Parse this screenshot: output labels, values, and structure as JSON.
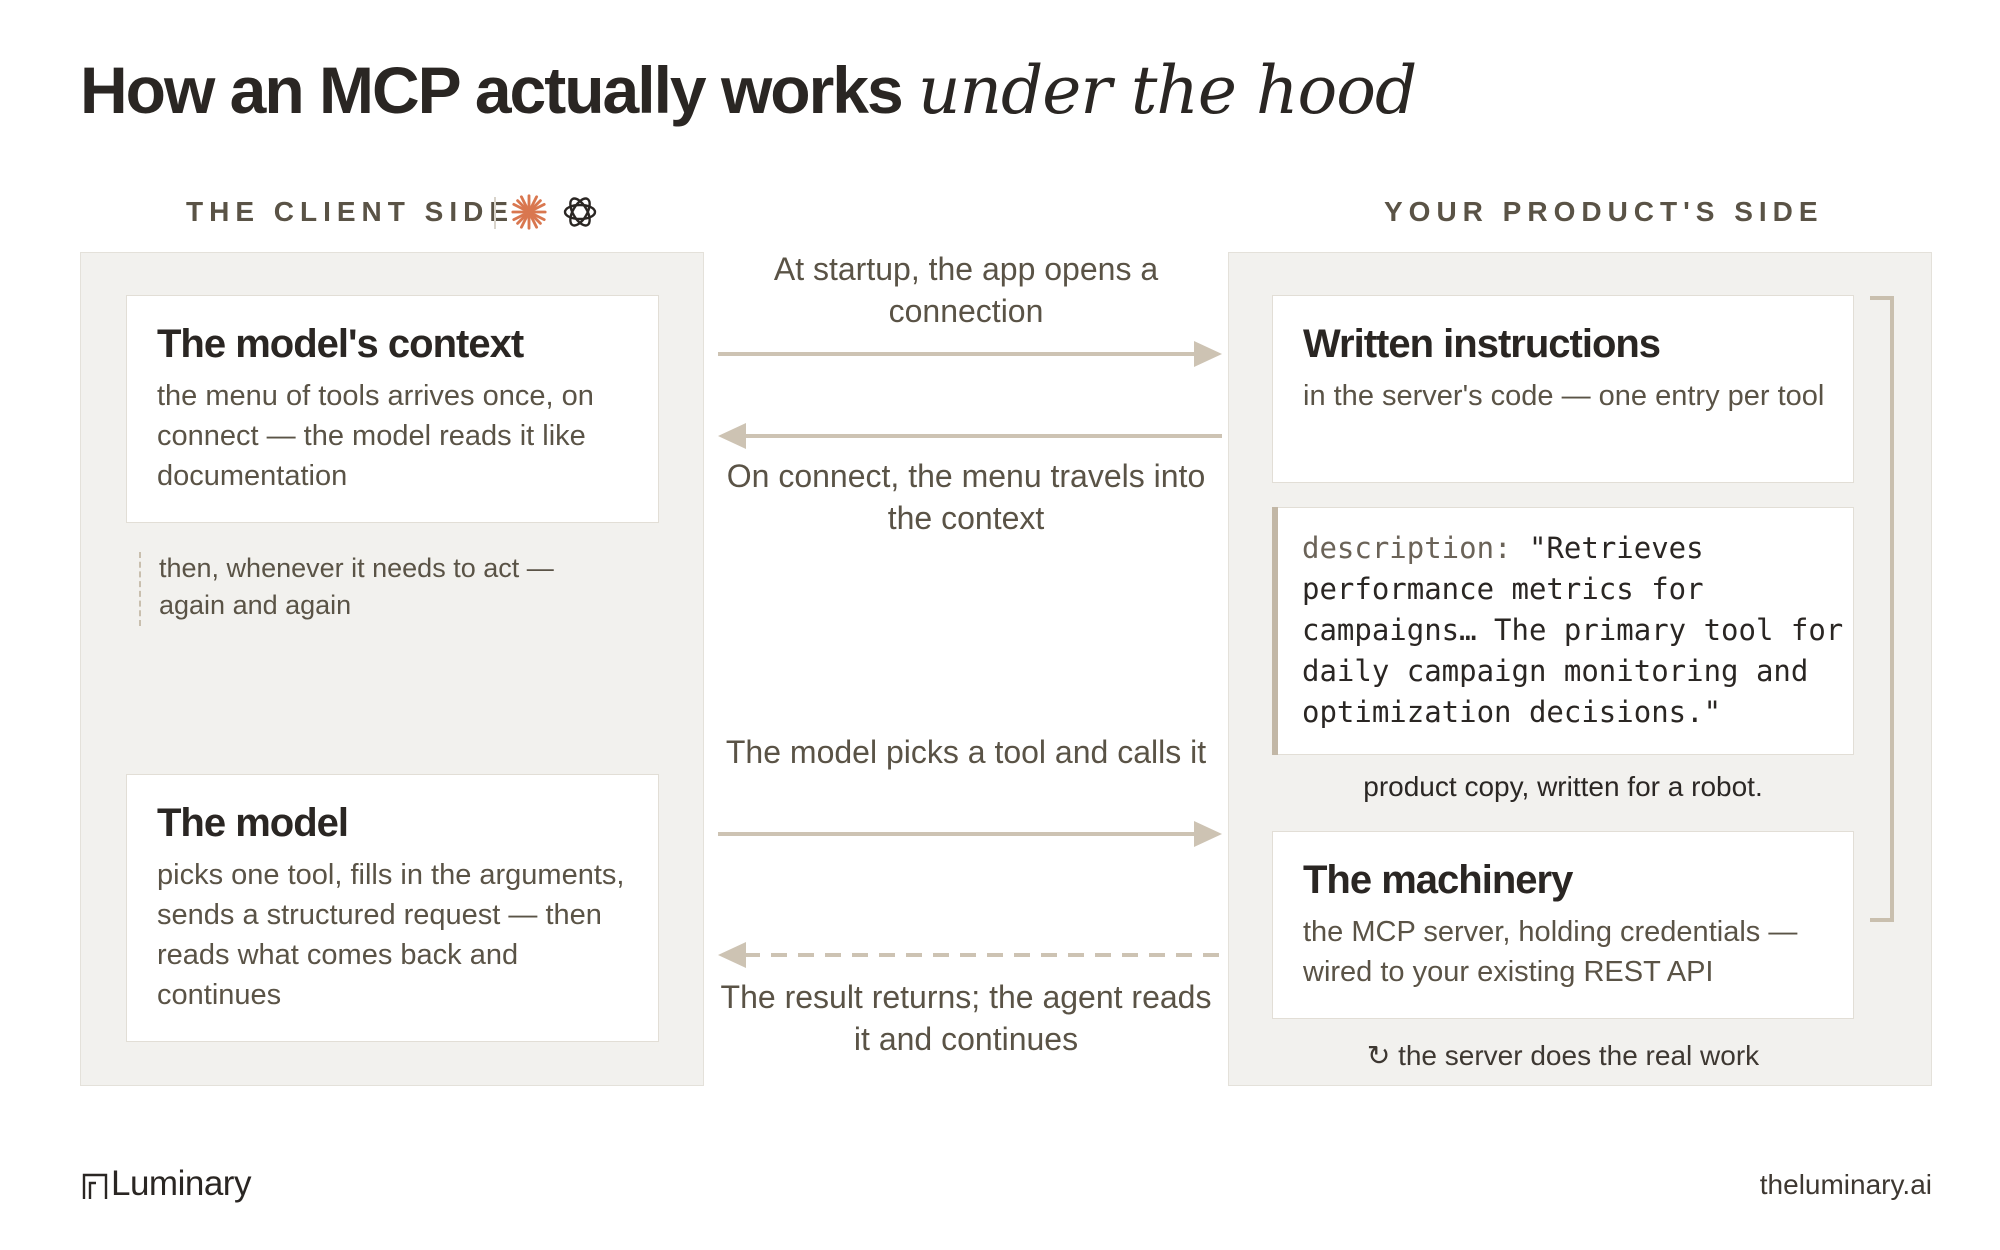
{
  "title": {
    "main": "How an MCP actually works",
    "italic": "under the hood"
  },
  "client_side": {
    "heading": "THE CLIENT SIDE",
    "icons": [
      "anthropic-burst-icon",
      "openai-icon"
    ],
    "context_card": {
      "title": "The model's context",
      "body": "the menu of tools arrives once, on connect — the model reads it like documentation"
    },
    "again_note": "then, whenever it needs to act — again and again",
    "model_card": {
      "title": "The model",
      "body": "picks one tool, fills in the arguments, sends a structured request — then reads what comes back and continues"
    }
  },
  "product_side": {
    "heading": "YOUR PRODUCT'S SIDE",
    "instructions_card": {
      "title": "Written instructions",
      "body": "in the server's code — one entry per tool"
    },
    "code_snippet": {
      "key": "description:",
      "value": "\"Retrieves performance metrics for campaigns… The primary tool for daily campaign monitoring and optimization decisions.\""
    },
    "code_caption": "product copy, written for a robot.",
    "machinery_card": {
      "title": "The machinery",
      "body": "the MCP server, holding credentials — wired to your existing REST API"
    },
    "server_caption": "↻ the server does the real work"
  },
  "arrows": [
    {
      "label": "At startup, the app opens a connection",
      "direction": "right",
      "style": "solid"
    },
    {
      "label": "On connect, the menu travels into the context",
      "direction": "left",
      "style": "solid"
    },
    {
      "label": "The model picks a tool and calls it",
      "direction": "right",
      "style": "solid"
    },
    {
      "label": "The result returns; the agent reads it and continues",
      "direction": "left",
      "style": "dashed"
    }
  ],
  "colors": {
    "arrow": "#cdc3b3",
    "panel_bg": "#f2f1ee",
    "accent_burst": "#d9774f",
    "text_dark": "#2a2623",
    "text_muted": "#5a5346"
  },
  "footer": {
    "brand": "Luminary",
    "site": "theluminary.ai"
  }
}
